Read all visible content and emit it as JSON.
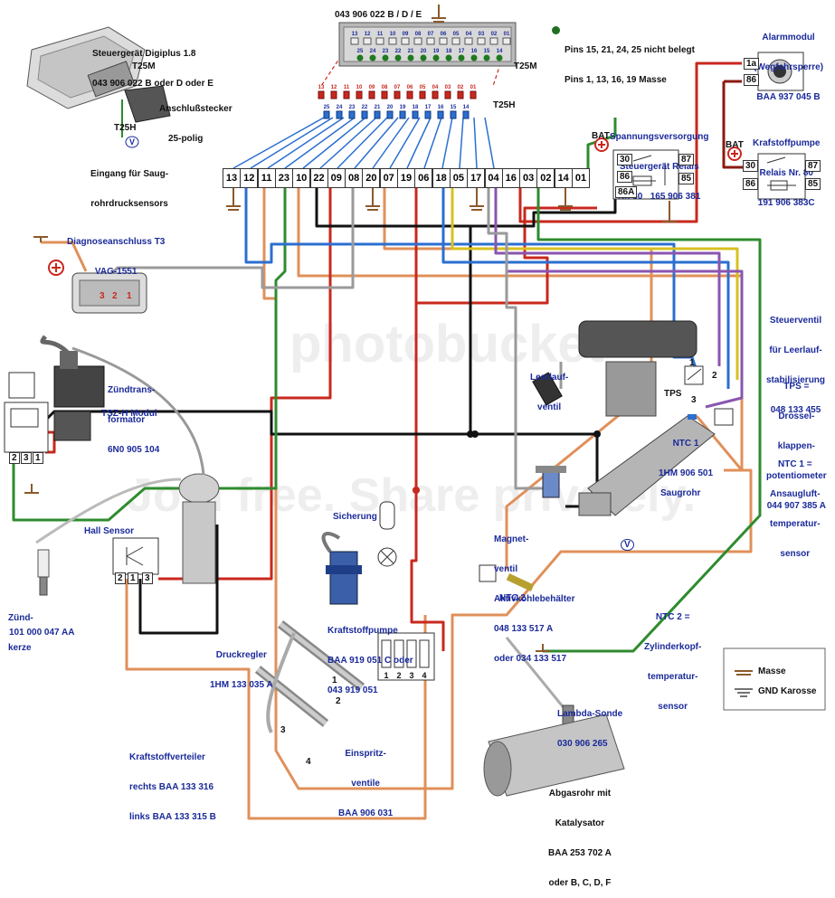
{
  "ecu": {
    "title_line1": "Steuergerät Digiplus 1.8",
    "title_line2": "043 906 022 B oder D oder E",
    "conn_t25m": "T25M",
    "conn_t25h": "T25H",
    "conn_desc_line1": "Anschlußstecker",
    "conn_desc_line2": "25-polig",
    "map_sensor_line1": "Eingang für Saug-",
    "map_sensor_line2": "rohrdrucksensors",
    "v_symbol": "V"
  },
  "top_connector": {
    "part_number": "043 906 022 B / D / E",
    "t25m_label": "T25M",
    "t25h_label": "T25H",
    "top_row": [
      "13",
      "12",
      "11",
      "10",
      "09",
      "08",
      "07",
      "06",
      "05",
      "04",
      "03",
      "02",
      "01"
    ],
    "bottom_row": [
      "25",
      "24",
      "23",
      "22",
      "21",
      "20",
      "19",
      "18",
      "17",
      "16",
      "15",
      "14"
    ],
    "legend_line1": "Pins 15, 21, 24, 25 nicht belegt",
    "legend_line2": "Pins 1, 13, 16, 19 Masse"
  },
  "pin_strip": [
    "13",
    "12",
    "11",
    "23",
    "10",
    "22",
    "09",
    "08",
    "20",
    "07",
    "19",
    "06",
    "18",
    "05",
    "17",
    "04",
    "16",
    "03",
    "02",
    "14",
    "01"
  ],
  "alarm": {
    "line1": "Alarmmodul",
    "line2": "(Wegfahrsperre)",
    "line3": "BAA 937 045 B",
    "pin_a": "1a",
    "pin_b": "86"
  },
  "relay30": {
    "line1": "Spannungsversorgung",
    "line2": "Steuergerät Relais",
    "line3": "Nr. 30   165 906 381",
    "bat": "BAT",
    "pins": [
      "30",
      "87",
      "86",
      "85",
      "86A"
    ]
  },
  "relay80": {
    "line1": "Krafstoffpumpe",
    "line2": "Relais Nr. 80",
    "line3": "191 906 383C",
    "bat": "BAT",
    "pins": [
      "30",
      "87",
      "86",
      "85"
    ]
  },
  "diag": {
    "line1": "Diagnoseanschluss T3",
    "line2": "VAG-1551",
    "pins": [
      "3",
      "2",
      "1"
    ]
  },
  "coil": {
    "line1": "Zündtrans-",
    "line2": "formator",
    "line3": "6N0 905 104"
  },
  "tsz": {
    "label": "TSZ-H Modul",
    "pins": [
      "2",
      "3",
      "1"
    ]
  },
  "hall": {
    "label": "Hall Sensor",
    "pins": [
      "2",
      "1",
      "3"
    ]
  },
  "spark": {
    "line1": "Zünd-",
    "line2": "kerze",
    "part": "101 000 047 AA"
  },
  "fuse": {
    "label": "Sicherung"
  },
  "pump": {
    "line1": "Kraftstoffpumpe",
    "line2": "BAA 919 051 C oder",
    "line3": "043 919 051"
  },
  "regulator": {
    "line1": "Druckregler",
    "line2": "1HM 133 035 A"
  },
  "injector_plug": {
    "pins": [
      "1",
      "2",
      "3",
      "4"
    ]
  },
  "injectors": {
    "line1": "Einspritz-",
    "line2": "ventile",
    "line3": "BAA 906 031",
    "cyl": [
      "1",
      "2",
      "3",
      "4"
    ]
  },
  "rail": {
    "line1": "Kraftstoffverteiler",
    "line2": "rechts BAA 133 316",
    "line3": "links BAA 133 315 B"
  },
  "idle": {
    "short_line1": "Leerlauf-",
    "short_line2": "ventil",
    "line1": "Steuerventil",
    "line2": "für Leerlauf-",
    "line3": "stabilisierung",
    "line4": "048 133 455"
  },
  "tps": {
    "short": "TPS",
    "line1": "TPS =",
    "line2": "Drossel-",
    "line3": "klappen-",
    "line4": "potentiometer",
    "line5": "044 907 385 A",
    "pins": [
      "1",
      "2",
      "3"
    ]
  },
  "ntc1": {
    "short_line1": "NTC 1",
    "short_line2": "1HM 906 501",
    "line1": "NTC 1 =",
    "line2": "Ansaugluft-",
    "line3": "temperatur-",
    "line4": "sensor"
  },
  "manifold": {
    "label": "Saugrohr"
  },
  "solenoid": {
    "line1": "Magnet-",
    "line2": "ventil",
    "line3": "Aktivkohlebehälter",
    "line4": "048 133 517 A",
    "line5": "oder 034 133 517"
  },
  "ntc2": {
    "short": "NTC 2",
    "line1": "NTC 2 =",
    "line2": "Zylinderkopf-",
    "line3": "temperatur-",
    "line4": "sensor"
  },
  "lambda": {
    "line1": "Lambda-Sonde",
    "line2": "030 906 265"
  },
  "exhaust": {
    "line1": "Abgasrohr mit",
    "line2": "Katalysator",
    "line3": "BAA 253 702 A",
    "line4": "oder B, C, D, F"
  },
  "legend": {
    "masse": "Masse",
    "gnd": "GND Karosse"
  },
  "watermark": {
    "line1": "photobucket",
    "line2": "Join free. Share privately."
  },
  "colors": {
    "red": "#c8281e",
    "dark_red": "#8b1a10",
    "orange": "#e0905a",
    "green": "#2e8b2e",
    "blue": "#2b6fd0",
    "yellow": "#d8c020",
    "purple": "#8a55b0",
    "black": "#111111",
    "grey": "#9a9a9a",
    "text_blue": "#1a2a9a"
  }
}
